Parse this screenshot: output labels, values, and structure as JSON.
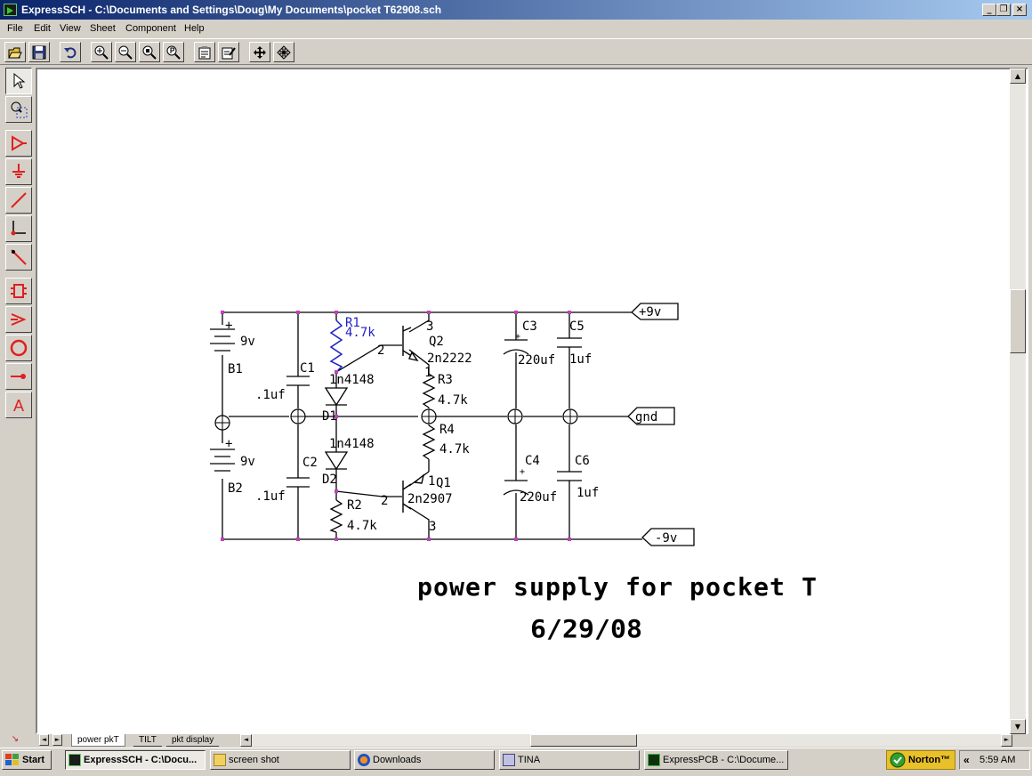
{
  "window": {
    "title": "ExpressSCH - C:\\Documents and Settings\\Doug\\My Documents\\pocket T62908.sch",
    "controls": [
      "_",
      "❐",
      "×"
    ]
  },
  "menu": [
    "File",
    "Edit",
    "View",
    "Sheet",
    "Component",
    "Help"
  ],
  "toolbar": [
    "open-icon",
    "save-icon",
    "undo-icon",
    "zoom-in-icon",
    "zoom-out-icon",
    "zoom-fit-icon",
    "zoom-page-icon",
    "properties-icon",
    "edit-properties-icon",
    "move-icon",
    "pan-icon"
  ],
  "palette": [
    "select-arrow-icon",
    "zoom-select-icon",
    "component-icon",
    "ground-icon",
    "wire-icon",
    "wire-corner-icon",
    "diagonal-wire-icon",
    "part-icon",
    "connector-icon",
    "circle-icon",
    "pin-icon",
    "text-icon"
  ],
  "palette_text_glyph": "A",
  "schematic": {
    "labels": {
      "b1_plus": "+",
      "b1_v": "9v",
      "b1": "B1",
      "b2_plus": "+",
      "b2_v": "9v",
      "b2": "B2",
      "c1": "C1",
      "c1_v": ".1uf",
      "c2": "C2",
      "c2_v": ".1uf",
      "r1": "R1",
      "r1_v": "4.7k",
      "d1_type": "1n4148",
      "d1": "D1",
      "d2_type": "1n4148",
      "d2": "D2",
      "r2": "R2",
      "r2_v": "4.7k",
      "q2_pin3": "3",
      "q2_pin2": "2",
      "q2": "Q2",
      "q2_type": "2n2222",
      "q2_pin1": "1",
      "r3": "R3",
      "r3_v": "4.7k",
      "r4": "R4",
      "r4_v": "4.7k",
      "q1_pin1": "1",
      "q1": "Q1",
      "q1_pin2": "2",
      "q1_type": "2n2907",
      "q1_pin3": "3",
      "c3": "C3",
      "c3_v": "220uf",
      "c3_plus": "+",
      "c4": "C4",
      "c4_v": "220uf",
      "c4_plus": "+",
      "c5": "C5",
      "c5_v": "1uf",
      "c6": "C6",
      "c6_v": "1uf",
      "port_pos": "+9v",
      "port_gnd": "gnd",
      "port_neg": "-9v"
    },
    "title_text": "power supply for pocket T",
    "date_text": "6/29/08",
    "colors": {
      "wire": "#000000",
      "selected": "#1f1fc8",
      "node": "#c040c0"
    }
  },
  "tabs": {
    "active": "power pkT",
    "others": [
      "TILT",
      "pkt display"
    ]
  },
  "taskbar": {
    "start": "Start",
    "tasks": [
      "ExpressSCH - C:\\Docu...",
      "screen shot",
      "Downloads",
      "TINA",
      "ExpressPCB - C:\\Docume..."
    ],
    "norton": "Norton™",
    "chevron": "«",
    "time": "5:59 AM"
  }
}
